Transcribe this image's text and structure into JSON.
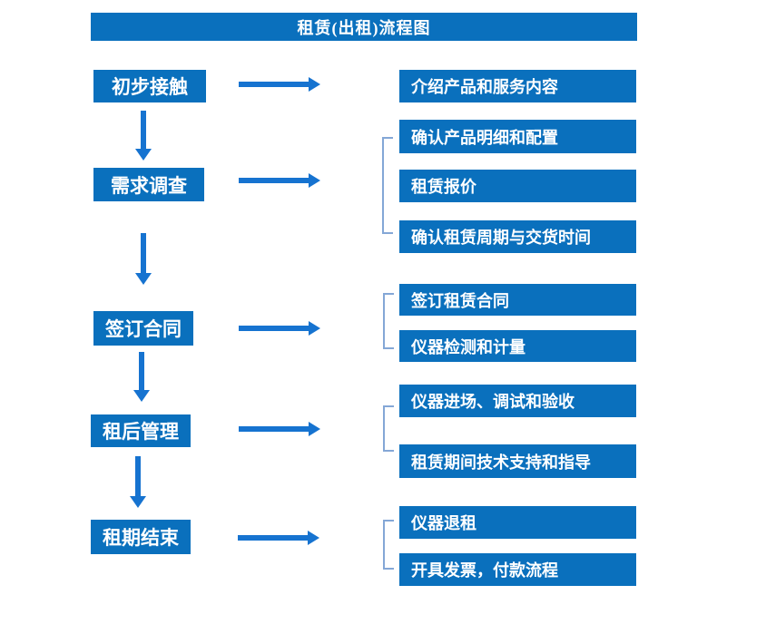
{
  "title": "租赁(出租)流程图",
  "colors": {
    "primary": "#0a70bd",
    "arrow": "#1673d0",
    "bracket": "#84a7d6"
  },
  "steps": [
    {
      "label": "初步接触",
      "outputs": [
        "介绍产品和服务内容"
      ]
    },
    {
      "label": "需求调查",
      "outputs": [
        "确认产品明细和配置",
        "租赁报价",
        "确认租赁周期与交货时间"
      ]
    },
    {
      "label": "签订合同",
      "outputs": [
        "签订租赁合同",
        "仪器检测和计量"
      ]
    },
    {
      "label": "租后管理",
      "outputs": [
        "仪器进场、调试和验收",
        "租赁期间技术支持和指导"
      ]
    },
    {
      "label": "租期结束",
      "outputs": [
        "仪器退租",
        "开具发票，付款流程"
      ]
    }
  ]
}
